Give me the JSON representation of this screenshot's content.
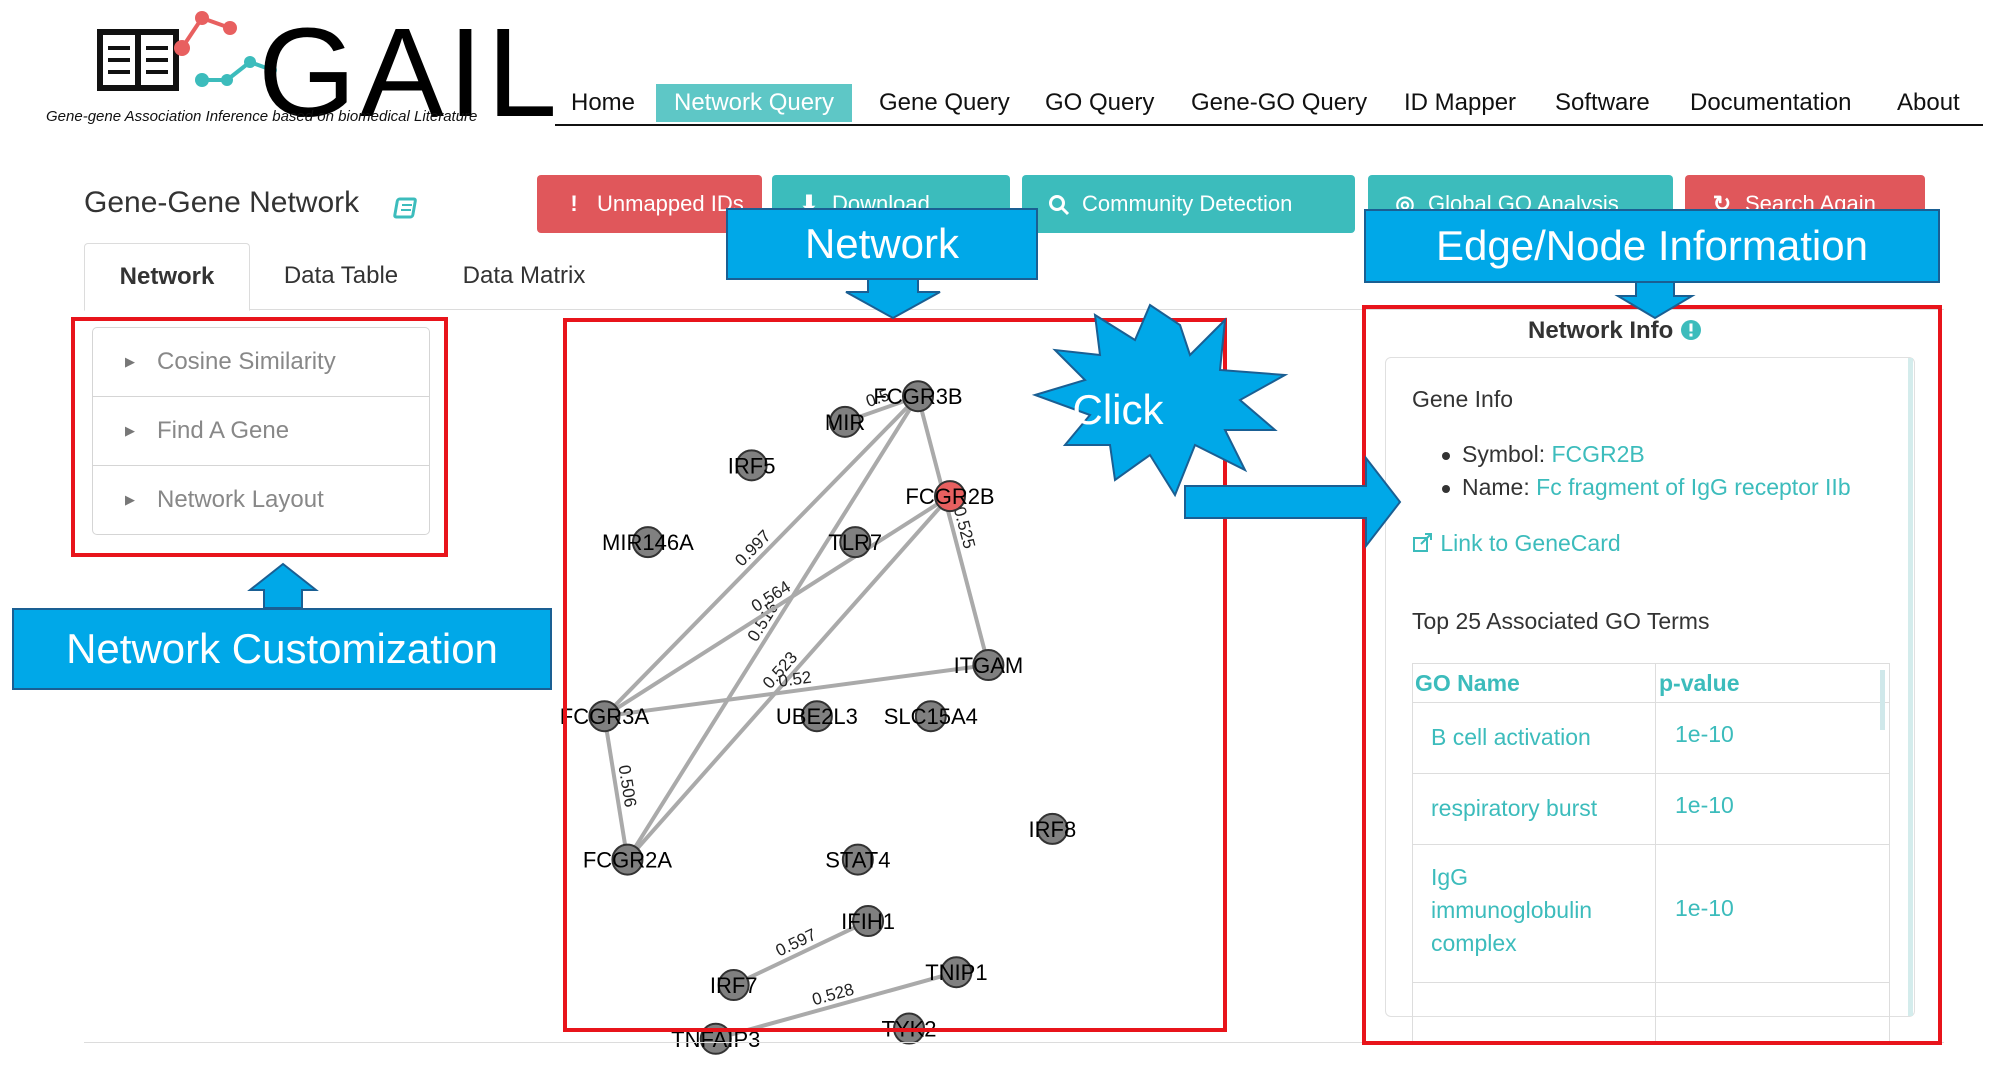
{
  "app": {
    "logo_title": "GAIL",
    "logo_subtitle": "Gene-gene Association Inference based on biomedical Literature"
  },
  "nav": {
    "items": [
      "Home",
      "Network Query",
      "Gene Query",
      "GO Query",
      "Gene-GO Query",
      "ID Mapper",
      "Software",
      "Documentation",
      "About"
    ],
    "active": "Network Query"
  },
  "page": {
    "title": "Gene-Gene Network"
  },
  "toolbar": {
    "buttons": [
      {
        "label": "Unmapped IDs",
        "icon": "exclamation-icon",
        "color": "#e0575b"
      },
      {
        "label": "Download",
        "icon": "download-icon",
        "color": "#3cbcbc"
      },
      {
        "label": "Community Detection",
        "icon": "search-icon",
        "color": "#3cbcbc"
      },
      {
        "label": "Global GO Analysis",
        "icon": "target-icon",
        "color": "#3cbcbc"
      },
      {
        "label": "Search Again",
        "icon": "refresh-icon",
        "color": "#e0575b"
      }
    ]
  },
  "tabs": [
    "Network",
    "Data Table",
    "Data Matrix"
  ],
  "active_tab": "Network",
  "accordion": {
    "items": [
      "Cosine Similarity",
      "Find A Gene",
      "Network Layout"
    ]
  },
  "network": {
    "nodes": [
      {
        "id": "FCGR3B",
        "selected": false
      },
      {
        "id": "MIR",
        "selected": false
      },
      {
        "id": "IRF5",
        "selected": false
      },
      {
        "id": "FCGR2B",
        "selected": true
      },
      {
        "id": "MIR146A",
        "selected": false
      },
      {
        "id": "TLR7",
        "selected": false
      },
      {
        "id": "ITGAM",
        "selected": false
      },
      {
        "id": "FCGR3A",
        "selected": false
      },
      {
        "id": "UBE2L3",
        "selected": false
      },
      {
        "id": "SLC15A4",
        "selected": false
      },
      {
        "id": "IRF8",
        "selected": false
      },
      {
        "id": "FCGR2A",
        "selected": false
      },
      {
        "id": "STAT4",
        "selected": false
      },
      {
        "id": "IFIH1",
        "selected": false
      },
      {
        "id": "IRF7",
        "selected": false
      },
      {
        "id": "TNIP1",
        "selected": false
      },
      {
        "id": "TYK2",
        "selected": false
      },
      {
        "id": "TNFAIP3",
        "selected": false
      }
    ],
    "edges": [
      {
        "source": "FCGR3B",
        "target": "FCGR3A",
        "weight": "0.997"
      },
      {
        "source": "FCGR3B",
        "target": "FCGR2A",
        "weight": "0.516"
      },
      {
        "source": "FCGR3B",
        "target": "ITGAM",
        "weight": "0.525"
      },
      {
        "source": "FCGR3B",
        "target": "MIR",
        "weight": "0.5"
      },
      {
        "source": "FCGR2B",
        "target": "FCGR3A",
        "weight": "0.564"
      },
      {
        "source": "FCGR2B",
        "target": "FCGR2A",
        "weight": "0.523"
      },
      {
        "source": "ITGAM",
        "target": "FCGR3A",
        "weight": "0.52"
      },
      {
        "source": "FCGR3A",
        "target": "FCGR2A",
        "weight": "0.506"
      },
      {
        "source": "IRF7",
        "target": "IFIH1",
        "weight": "0.597"
      },
      {
        "source": "TNFAIP3",
        "target": "TNIP1",
        "weight": "0.528"
      }
    ]
  },
  "info": {
    "title": "Network Info",
    "gene_info_label": "Gene Info",
    "symbol_label": "Symbol:",
    "symbol": "FCGR2B",
    "name_label": "Name:",
    "name": "Fc fragment of IgG receptor IIb",
    "genecard_link": "Link to GeneCard",
    "go_title": "Top 25 Associated GO Terms",
    "go_headers": [
      "GO Name",
      "p-value"
    ],
    "go_rows": [
      {
        "name": "B cell activation",
        "p": "1e-10"
      },
      {
        "name": "respiratory burst",
        "p": "1e-10"
      },
      {
        "name": "IgG immunoglobulin complex",
        "p": "1e-10"
      }
    ]
  },
  "annotations": {
    "network": "Network",
    "edge_node": "Edge/Node Information",
    "click": "Click",
    "customization": "Network Customization"
  },
  "colors": {
    "accent_teal": "#3cbcbc",
    "danger_red": "#e0575b",
    "callout_blue": "#00a8e8",
    "highlight_red": "#e8141b",
    "node_gray": "#808080",
    "selected_node": "#e86060"
  }
}
